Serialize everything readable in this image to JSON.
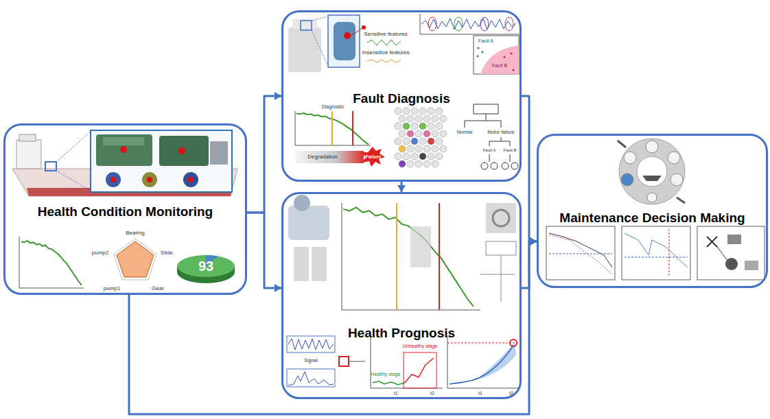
{
  "diagram": {
    "nodes": [
      {
        "text": [
          "Health Condition Monitoring"
        ]
      },
      {
        "text": [
          "Fault Diagnosis"
        ]
      },
      {
        "text": [
          "Health Prognosis"
        ]
      },
      {
        "text": [
          "Maintenance Decision Making"
        ]
      }
    ],
    "edges": [
      {
        "from": 0,
        "to": 1,
        "arrow": "to"
      },
      {
        "from": 0,
        "to": 2,
        "arrow": "to"
      },
      {
        "from": 1,
        "to": 2,
        "arrow": "to"
      },
      {
        "from": 1,
        "to": 3,
        "arrow": "to"
      },
      {
        "from": 2,
        "to": 3,
        "arrow": "to"
      },
      {
        "from": 0,
        "to": 3,
        "arrow": "to"
      }
    ],
    "labels": [
      "93",
      "Bearing",
      "Slide",
      "Gear",
      "pump1",
      "pump2",
      "Sensitive features",
      "Insensitive features",
      "Fault A",
      "Fault B",
      "Diagnostic",
      "Degradation",
      "Failure",
      "Normal",
      "Motor failure",
      "Fault A",
      "Fault B",
      "Signal",
      "Healthy stage",
      "Unhealthy stage",
      "t1",
      "t2",
      "t1",
      "t2"
    ]
  }
}
